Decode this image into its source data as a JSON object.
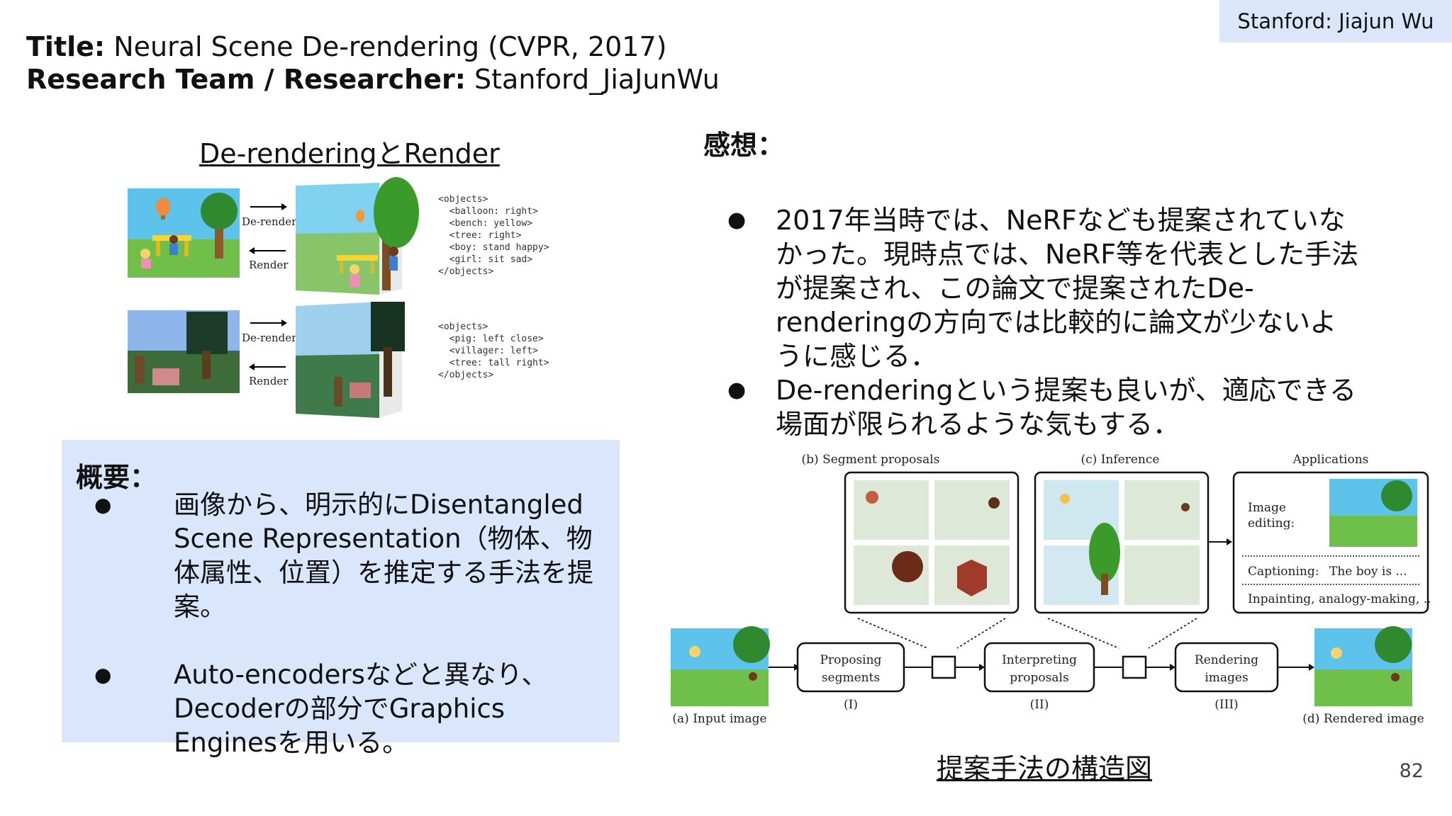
{
  "badge": "Stanford: Jiajun Wu",
  "header": {
    "title_label": "Title:",
    "title_value": " Neural Scene De-rendering (CVPR, 2017)",
    "team_label": "Research Team / Researcher:",
    "team_value": " Stanford_JiaJunWu"
  },
  "left_figure": {
    "heading": "De-renderingとRender",
    "derender_label": "De-render",
    "render_label": "Render",
    "code_top": [
      "<objects>",
      "  <balloon: right>",
      "  <bench: yellow>",
      "  <tree: right>",
      "  <boy: stand happy>",
      "  <girl: sit sad>",
      "</objects>"
    ],
    "code_bottom": [
      "<objects>",
      "  <pig: left close>",
      "  <villager: left>",
      "  <tree: tall right>",
      "</objects>"
    ]
  },
  "impressions": {
    "heading": "感想：",
    "bullets": [
      "2017年当時では、NeRFなども提案されていなかった。現時点では、NeRF等を代表とした手法が提案され、この論文で提案されたDe-renderingの方向では比較的に論文が少ないように感じる．",
      "De-renderingという提案も良いが、適応できる場面が限られるような気もする．"
    ]
  },
  "summary": {
    "heading": "概要：",
    "bullets": [
      "画像から、明示的にDisentangled Scene Representation（物体、物体属性、位置）を推定する手法を提案。",
      "Auto-encodersなどと異なり、Decoderの部分でGraphics Enginesを用いる。"
    ]
  },
  "pipeline": {
    "caption": "提案手法の構造図",
    "seg_title": "(b) Segment proposals",
    "inf_title": "(c) Inference",
    "app_title": "Applications",
    "app_image_editing": "Image",
    "app_image_editing2": "editing:",
    "app_captioning": "Captioning:",
    "app_captioning_text": "The boy is ...",
    "app_inpainting": "Inpainting, analogy-making, ...",
    "step1_a": "Proposing",
    "step1_b": "segments",
    "step2_a": "Interpreting",
    "step2_b": "proposals",
    "step3_a": "Rendering",
    "step3_b": "images",
    "num1": "(I)",
    "num2": "(II)",
    "num3": "(III)",
    "input_label": "(a) Input image",
    "output_label": "(d) Rendered image"
  },
  "page_number": "82"
}
